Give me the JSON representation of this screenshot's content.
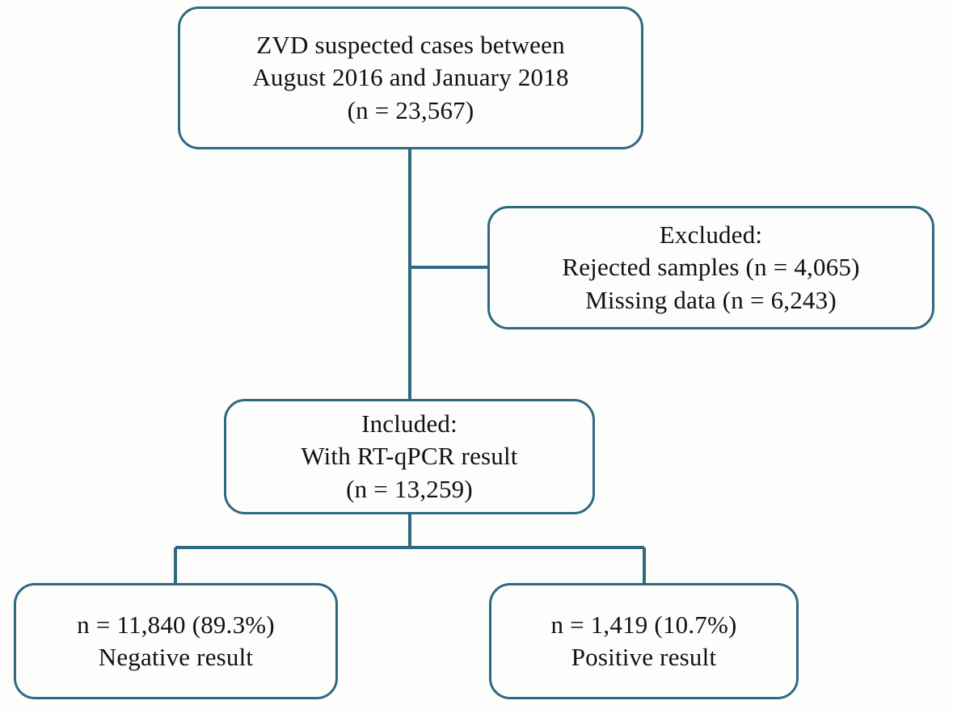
{
  "diagram": {
    "title": "ZVD study participant flow diagram",
    "type": "flowchart",
    "colors": {
      "border": "#2f6a80",
      "connector": "#2f6a80",
      "background": "#fdfdfb",
      "text": "#111111"
    },
    "nodes": {
      "suspected": {
        "name": "zvd-suspected-cases",
        "lines": [
          "ZVD suspected cases between",
          "August 2016 and January 2018",
          "(n = 23,567)"
        ],
        "count": 23567
      },
      "excluded": {
        "name": "excluded",
        "lines": [
          "Excluded:",
          "Rejected samples (n = 4,065)",
          "Missing data (n = 6,243)"
        ],
        "rejected_samples": 4065,
        "missing_data": 6243
      },
      "included": {
        "name": "included",
        "lines": [
          "Included:",
          "With RT-qPCR result",
          "(n = 13,259)"
        ],
        "count": 13259
      },
      "negative": {
        "name": "negative-result",
        "lines": [
          "n = 11,840 (89.3%)",
          "Negative result"
        ],
        "count": 11840,
        "percent": "89.3%"
      },
      "positive": {
        "name": "positive-result",
        "lines": [
          "n = 1,419 (10.7%)",
          "Positive result"
        ],
        "count": 1419,
        "percent": "10.7%"
      }
    }
  },
  "chart_data": {
    "type": "flowchart",
    "title": "ZVD suspected cases flow (August 2016 - January 2018)",
    "stages": [
      {
        "label": "ZVD suspected cases between August 2016 and January 2018",
        "n": 23567
      },
      {
        "label": "Excluded: Rejected samples",
        "n": 4065
      },
      {
        "label": "Excluded: Missing data",
        "n": 6243
      },
      {
        "label": "Included: With RT-qPCR result",
        "n": 13259
      },
      {
        "label": "Negative result",
        "n": 11840,
        "percent": 89.3
      },
      {
        "label": "Positive result",
        "n": 1419,
        "percent": 10.7
      }
    ]
  }
}
